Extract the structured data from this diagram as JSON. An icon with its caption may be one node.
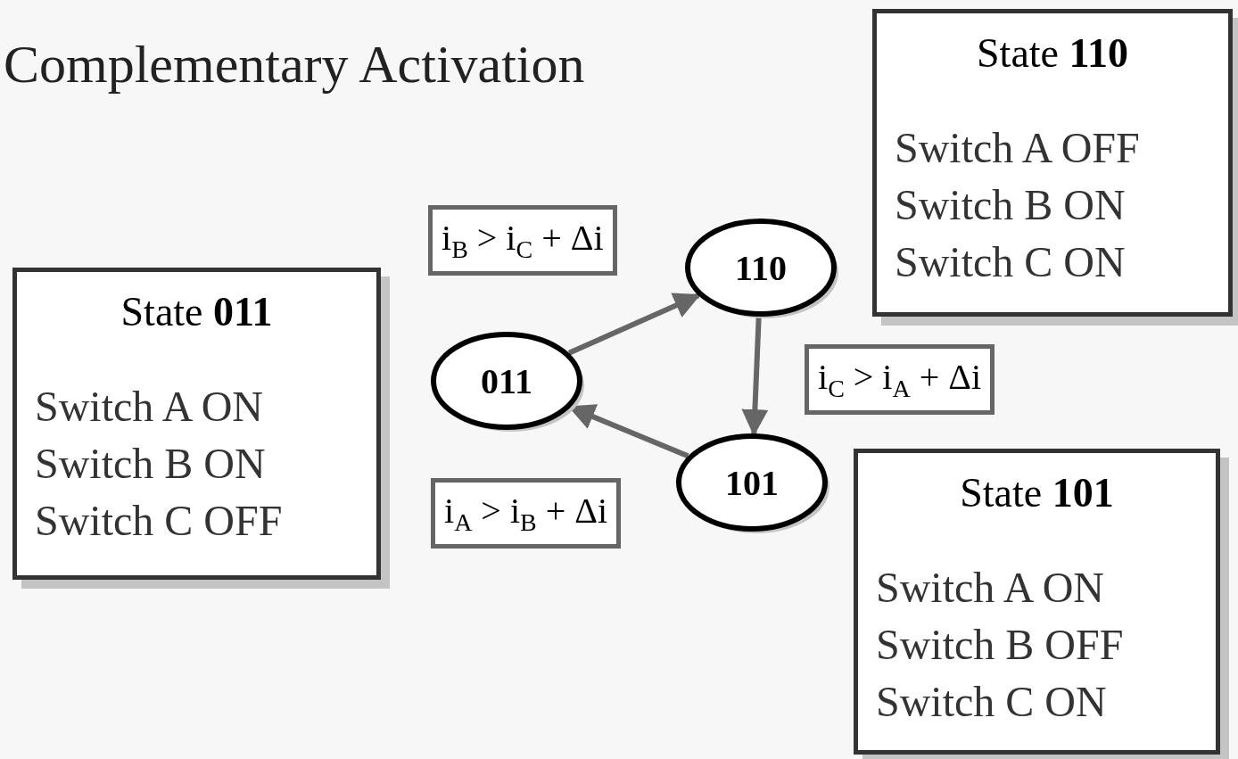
{
  "diagram": {
    "title": "Complementary Activation",
    "nodes": [
      {
        "text": [
          "State **110**",
          "Switch A OFF",
          "Switch B ON",
          "Switch C ON"
        ]
      },
      {
        "text": [
          "110"
        ]
      },
      {
        "text": [
          "State **011**",
          "Switch A ON",
          "Switch B ON",
          "Switch C OFF"
        ]
      },
      {
        "text": [
          "011"
        ]
      },
      {
        "text": [
          "101"
        ]
      },
      {
        "text": [
          "State **101**",
          "Switch A ON",
          "Switch B OFF",
          "Switch C ON"
        ]
      }
    ],
    "edges": [
      {
        "from": 3,
        "to": 1,
        "arrow": "to",
        "label": "i$_{B}$ > i$_{C}$ + Δi"
      },
      {
        "from": 1,
        "to": 4,
        "arrow": "to",
        "label": "i$_{C}$ > i$_{A}$ + Δi"
      },
      {
        "from": 4,
        "to": 3,
        "arrow": "to",
        "label": "i$_{A}$ > i$_{B}$ + Δi"
      }
    ]
  }
}
